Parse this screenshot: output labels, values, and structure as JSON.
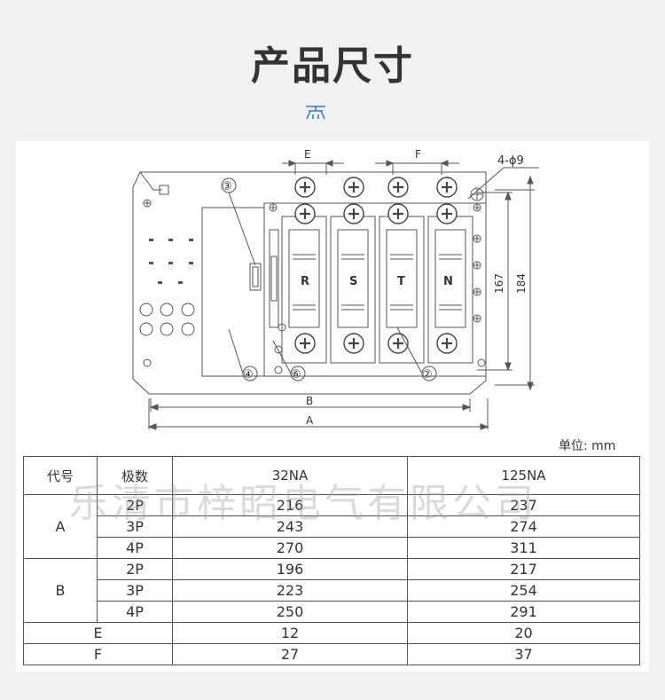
{
  "page": {
    "title": "产品尺寸",
    "watermark": "乐清市梓昭电气有限公司"
  },
  "drawing": {
    "dim_e": "E",
    "dim_f": "F",
    "holes": "4-ϕ9",
    "dim_b": "B",
    "dim_a": "A",
    "dim_167": "167",
    "dim_184": "184",
    "callout_2": "②",
    "callout_3": "③",
    "callout_4": "④",
    "callout_6": "⑥",
    "poles": [
      "R",
      "S",
      "T",
      "N"
    ]
  },
  "unit_label": "单位: mm",
  "table": {
    "header": [
      "代号",
      "极数",
      "32NA",
      "125NA"
    ],
    "groups": [
      {
        "code": "A",
        "rows": [
          {
            "poles": "2P",
            "v32": "216",
            "v125": "237"
          },
          {
            "poles": "3P",
            "v32": "243",
            "v125": "274"
          },
          {
            "poles": "4P",
            "v32": "270",
            "v125": "311"
          }
        ]
      },
      {
        "code": "B",
        "rows": [
          {
            "poles": "2P",
            "v32": "196",
            "v125": "217"
          },
          {
            "poles": "3P",
            "v32": "223",
            "v125": "254"
          },
          {
            "poles": "4P",
            "v32": "250",
            "v125": "291"
          }
        ]
      }
    ],
    "extra": [
      {
        "code": "E",
        "v32": "12",
        "v125": "20"
      },
      {
        "code": "F",
        "v32": "27",
        "v125": "37"
      }
    ]
  }
}
